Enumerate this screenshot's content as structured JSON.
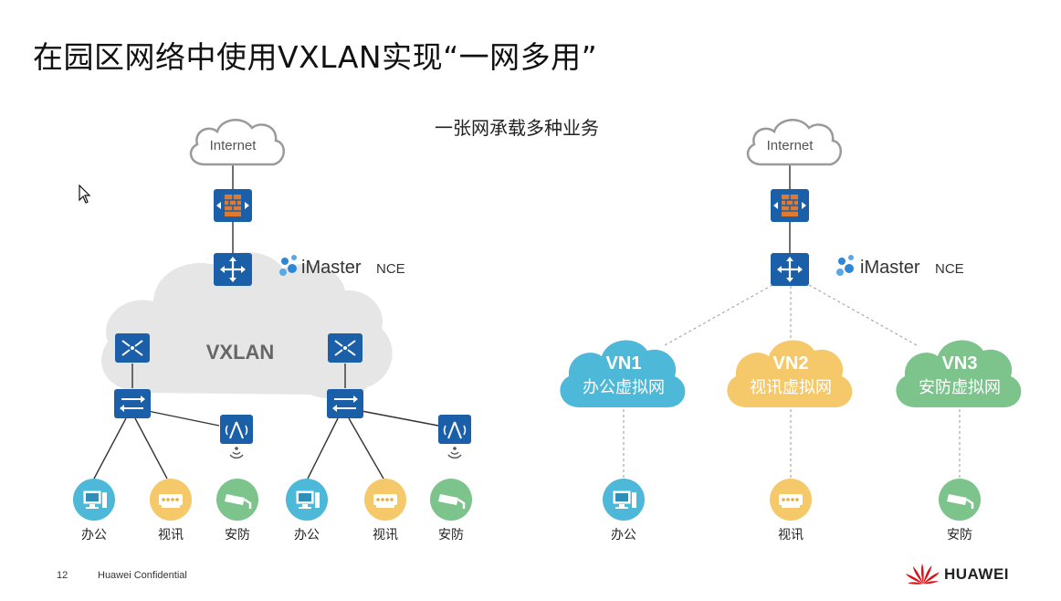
{
  "slide": {
    "title": "在园区网络中使用VXLAN实现“一网多用”",
    "subtitle": "一张网承载多种业务",
    "page_number": "12",
    "confidential": "Huawei Confidential",
    "brand": "HUAWEI"
  },
  "left": {
    "internet": "Internet",
    "controller": {
      "brand": "iMaster",
      "product": "NCE"
    },
    "fabric_label": "VXLAN",
    "endpoints": [
      {
        "label": "办公",
        "icon": "pc-icon",
        "color": "#4db8d8"
      },
      {
        "label": "视讯",
        "icon": "video-terminal-icon",
        "color": "#f5c96a"
      },
      {
        "label": "安防",
        "icon": "camera-icon",
        "color": "#7cc38c"
      },
      {
        "label": "办公",
        "icon": "pc-icon",
        "color": "#4db8d8"
      },
      {
        "label": "视讯",
        "icon": "video-terminal-icon",
        "color": "#f5c96a"
      },
      {
        "label": "安防",
        "icon": "camera-icon",
        "color": "#7cc38c"
      }
    ]
  },
  "right": {
    "internet": "Internet",
    "controller": {
      "brand": "iMaster",
      "product": "NCE"
    },
    "virtual_networks": [
      {
        "id": "VN1",
        "name": "办公虚拟网",
        "color": "#4db8d8"
      },
      {
        "id": "VN2",
        "name": "视讯虚拟网",
        "color": "#f5c96a"
      },
      {
        "id": "VN3",
        "name": "安防虚拟网",
        "color": "#7cc38c"
      }
    ],
    "endpoints": [
      {
        "label": "办公",
        "icon": "pc-icon",
        "color": "#4db8d8"
      },
      {
        "label": "视讯",
        "icon": "video-terminal-icon",
        "color": "#f5c96a"
      },
      {
        "label": "安防",
        "icon": "camera-icon",
        "color": "#7cc38c"
      }
    ]
  },
  "colors": {
    "device_blue": "#1a5fa8",
    "brand_red": "#d7141a",
    "fabric_gray": "#e6e6e6"
  }
}
